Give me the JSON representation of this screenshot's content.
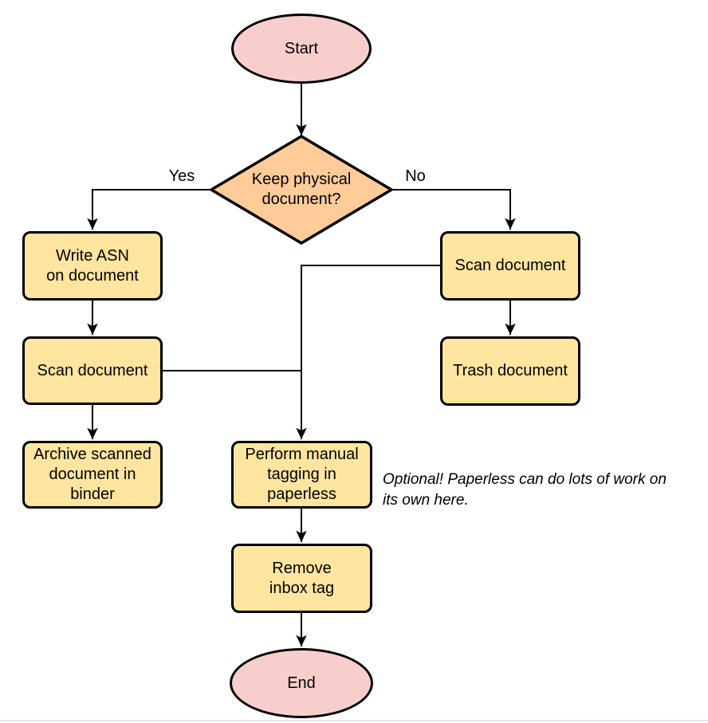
{
  "nodes": {
    "start": {
      "label": "Start",
      "shape": "ellipse"
    },
    "decision": {
      "label": "Keep physical\ndocument?",
      "shape": "diamond"
    },
    "write_asn": {
      "label": "Write ASN\non document",
      "shape": "rect"
    },
    "scan_left": {
      "label": "Scan document",
      "shape": "rect"
    },
    "archive": {
      "label": "Archive scanned\ndocument in\nbinder",
      "shape": "rect"
    },
    "scan_right": {
      "label": "Scan document",
      "shape": "rect"
    },
    "trash": {
      "label": "Trash document",
      "shape": "rect"
    },
    "tagging": {
      "label": "Perform manual\ntagging in\npaperless",
      "shape": "rect"
    },
    "remove_inbox": {
      "label": "Remove\ninbox tag",
      "shape": "rect"
    },
    "end": {
      "label": "End",
      "shape": "ellipse"
    }
  },
  "edge_labels": {
    "yes": "Yes",
    "no": "No"
  },
  "note": {
    "text": "Optional! Paperless can do lots of work on\nits own here."
  },
  "colors": {
    "terminator_fill": "#F8CECC",
    "decision_fill": "#FFCC99",
    "process_fill": "#FFE59F",
    "stroke": "#000000",
    "note_text": "#000000",
    "page_edge": "#E8E8E8"
  }
}
